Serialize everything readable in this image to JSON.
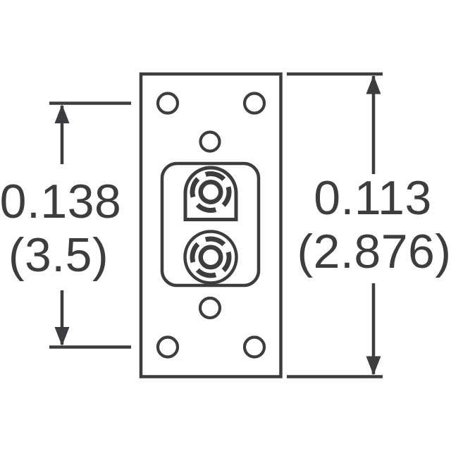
{
  "drawing": {
    "line_color": "#3d3d3f",
    "background_color": "#ffffff",
    "dim_left": {
      "label_primary": "0.138",
      "label_secondary": "(3.5)"
    },
    "dim_right": {
      "label_primary": "0.113",
      "label_secondary": "(2.876)"
    }
  }
}
